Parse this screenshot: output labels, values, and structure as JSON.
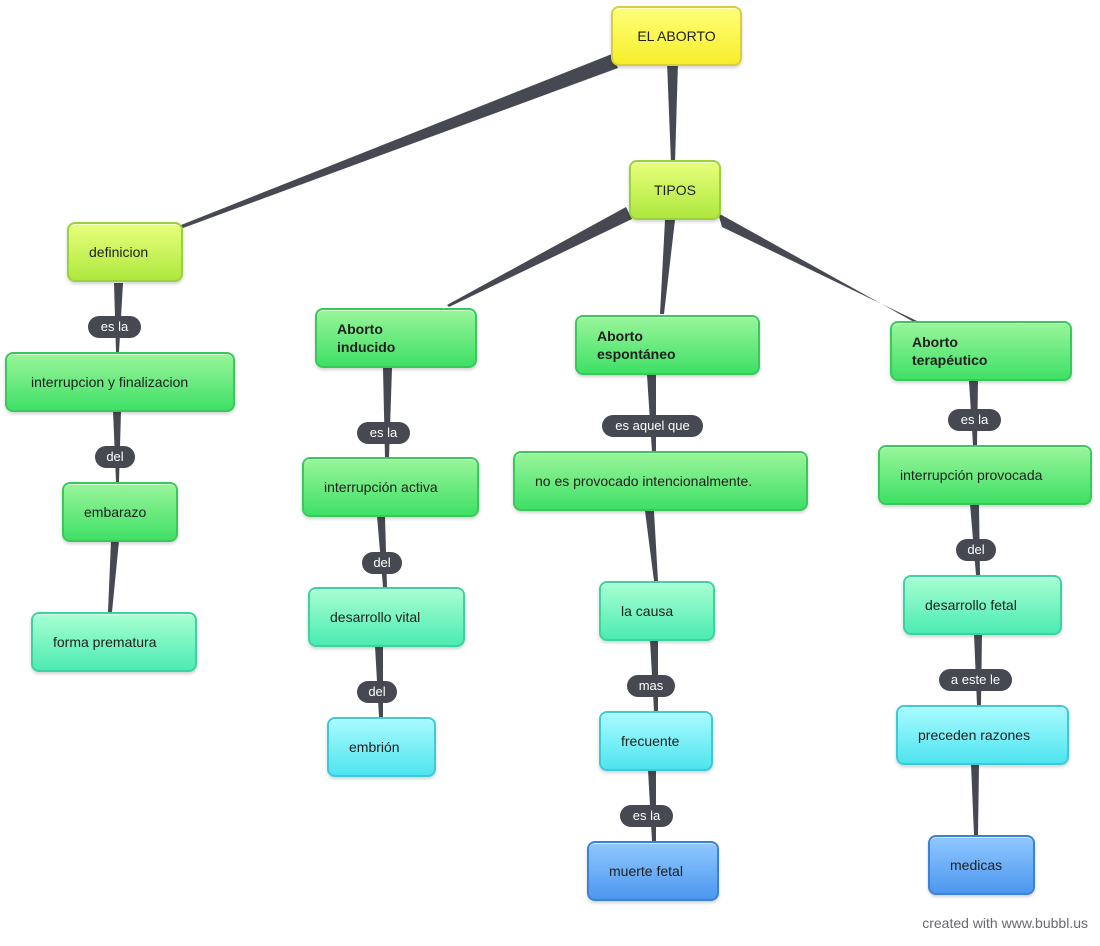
{
  "nodes": {
    "root": "EL ABORTO",
    "tipos": "TIPOS",
    "definicion": "definicion",
    "interrupcion_finalizacion": "interrupcion y finalizacion",
    "embarazo": "embarazo",
    "forma_prematura": "forma prematura",
    "aborto_inducido": "Aborto\ninducido",
    "interrupcion_activa": "interrupción activa",
    "desarrollo_vital": "desarrollo vital",
    "embrion": "embrión",
    "aborto_espontaneo": "Aborto\nespontáneo",
    "no_provocado": "no es provocado intencionalmente.",
    "la_causa": "la causa",
    "frecuente": "frecuente",
    "muerte_fetal": "muerte fetal",
    "aborto_terapeutico": "Aborto\nterapéutico",
    "interrupcion_provocada": "interrupción provocada",
    "desarrollo_fetal": "desarrollo fetal",
    "preceden_razones": "preceden razones",
    "medicas": "medicas"
  },
  "links": {
    "def_es_la": "es la",
    "def_del": "del",
    "ind_es_la": "es la",
    "ind_del_1": "del",
    "ind_del_2": "del",
    "esp_es_aquel_que": "es aquel que",
    "esp_mas": "mas",
    "esp_es_la": "es la",
    "ter_es_la": "es la",
    "ter_del": "del",
    "ter_a_este_le": "a este le"
  },
  "footer": {
    "credit": "created with www.bubbl.us"
  },
  "colors": {
    "connector": "#474952",
    "root": "#f6ee2a",
    "level1": "#aee83e",
    "level2": "#3fe066",
    "level3": "#4cebb2",
    "level4": "#4fe4ef",
    "level5": "#4d97ef"
  }
}
